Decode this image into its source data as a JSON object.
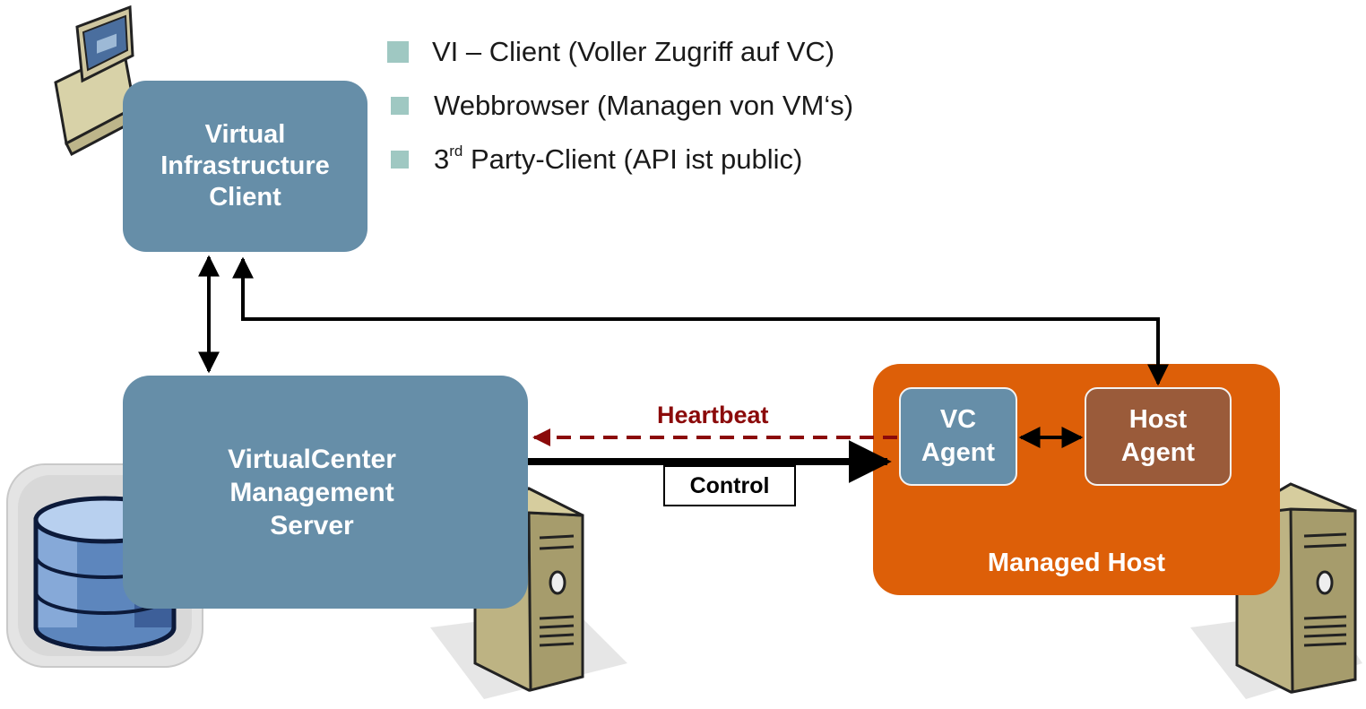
{
  "bullets": [
    {
      "text": "VI – Client (Voller Zugriff auf VC)"
    },
    {
      "text": "Webbrowser (Managen von VM‘s)"
    },
    {
      "pre": "3",
      "sup": "rd",
      "post": " Party-Client (API ist public)"
    }
  ],
  "boxes": {
    "vi_client": "Virtual\nInfrastructure\nClient",
    "vc_server": "VirtualCenter\nManagement\nServer",
    "managed_host": "Managed Host",
    "vc_agent": "VC\nAgent",
    "host_agent": "Host\nAgent"
  },
  "connectors": {
    "heartbeat": "Heartbeat",
    "control": "Control"
  },
  "icons": [
    "computer-icon",
    "database-icon",
    "server-tower-icon"
  ],
  "colors": {
    "box_blue": "#668ea8",
    "managed_host_orange": "#dd5f08",
    "host_agent_brown": "#9a5b3a",
    "heartbeat_red": "#8b0a0a",
    "bullet_teal": "#9fc8c2"
  }
}
